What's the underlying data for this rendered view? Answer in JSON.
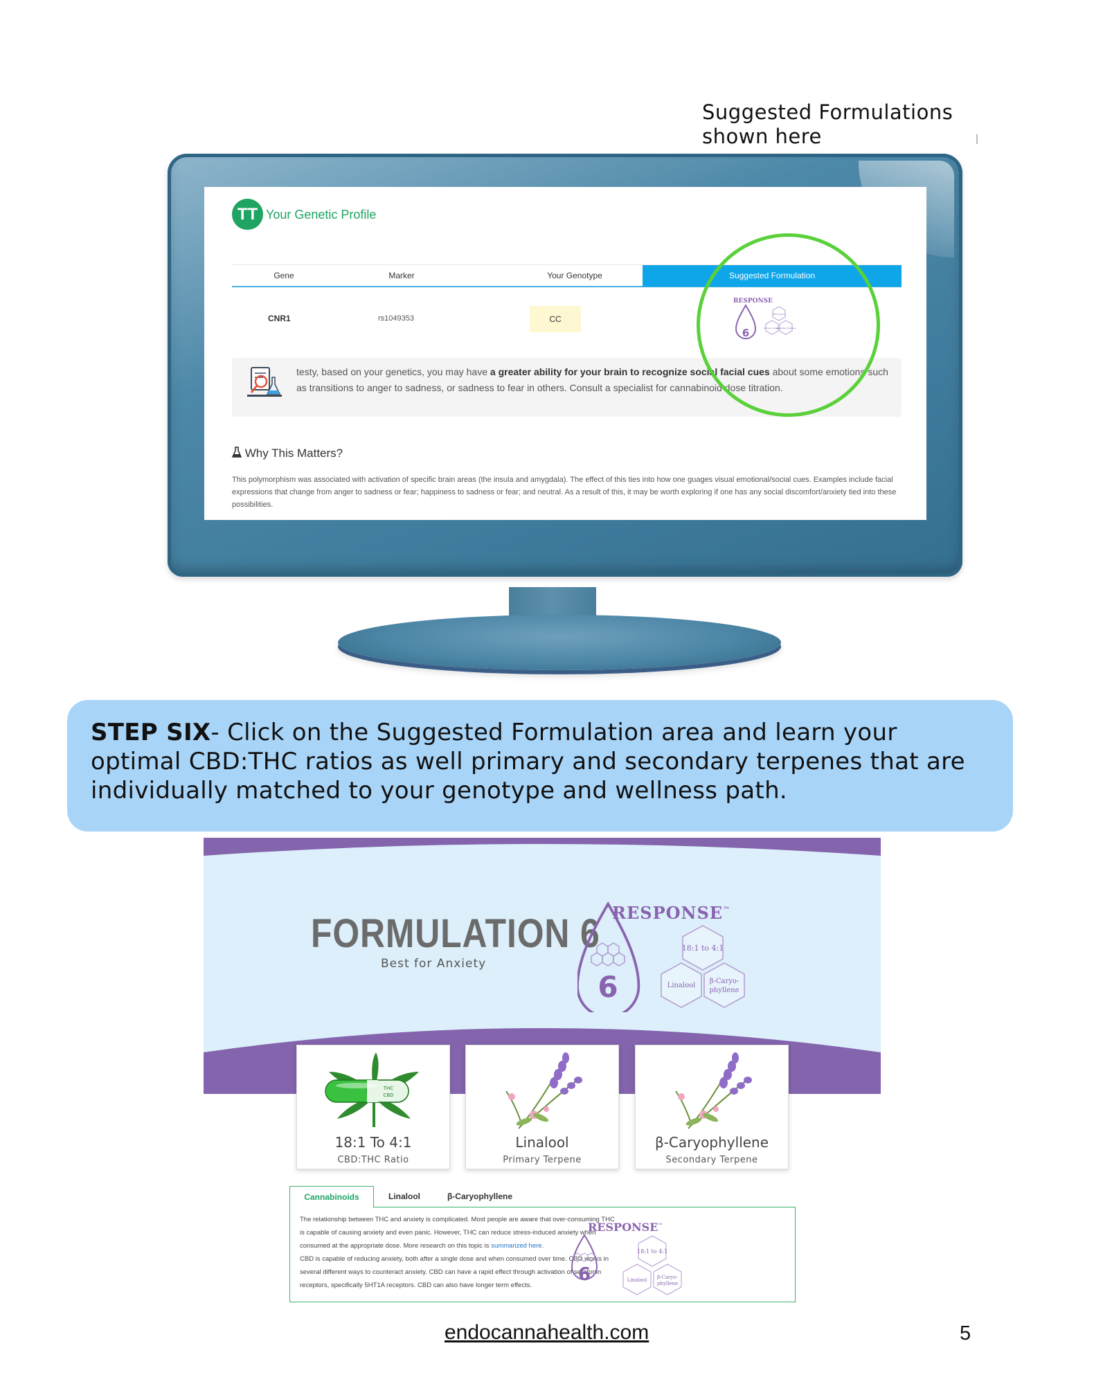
{
  "caption": {
    "line1": "Suggested Formulations",
    "line2": "shown here"
  },
  "profile": {
    "logo_text": "TT",
    "title": "Your Genetic Profile",
    "columns": [
      "Gene",
      "Marker",
      "Your Genotype",
      "Suggested Formulation"
    ],
    "row": {
      "gene": "CNR1",
      "marker": "rs1049353",
      "genotype": "CC"
    },
    "mini_badge": {
      "brand": "RESPONSE",
      "number": "6",
      "ratio": "18:1 to 4:1",
      "primary": "Primary Terpene",
      "secondary": "Secondary Terpene"
    },
    "note": {
      "pre": "testy, based on your genetics, you may have ",
      "bold": "a greater ability for your brain to recognize social facial cues",
      "post": " about some emotions such as transitions to anger to sadness, or sadness to fear in others. Consult a specialist for cannabinoid dose titration."
    },
    "why_title": "Why This Matters?",
    "why_text": "This polymorphism was associated with activation of specific brain areas (the insula and amygdala). The effect of this ties into how one guages visual emotional/social cues. Examples include facial expressions that change from anger to sadness or fear; happiness to sadness or fear; and neutral. As a result of this, it may be worth exploring if one has any social discomfort/anxiety tied into these possibilities."
  },
  "step": {
    "label": "STEP SIX",
    "text": "- Click on the Suggested Formulation area and learn your optimal CBD:THC ratios as well primary and secondary terpenes that are individually matched to your genotype and wellness path."
  },
  "formulation": {
    "title": "FORMULATION 6",
    "subtitle": "Best for Anxiety",
    "badge": {
      "brand": "RESPONSE",
      "tm": "™",
      "number": "6",
      "ratio": "18:1 to 4:1",
      "primary": "Linalool",
      "secondary_l1": "β-Caryo-",
      "secondary_l2": "phyllene"
    },
    "cards": [
      {
        "title": "18:1 To 4:1",
        "subtitle": "CBD:THC Ratio",
        "icon": "cannabis-capsule-icon"
      },
      {
        "title": "Linalool",
        "subtitle": "Primary Terpene",
        "icon": "lavender-icon"
      },
      {
        "title": "β-Caryophyllene",
        "subtitle": "Secondary Terpene",
        "icon": "lavender-icon"
      }
    ],
    "capsule_label_1": "THC",
    "capsule_label_2": "CBD"
  },
  "tabs": {
    "items": [
      "Cannabinoids",
      "Linalool",
      "β-Caryophyllene"
    ],
    "active": "Cannabinoids",
    "p1_pre": "The relationship between THC and anxiety is complicated. Most people are aware that over-consuming THC is capable of causing anxiety and even panic. However, THC can reduce stress-induced anxiety when consumed at the appropriate dose. More research on this topic is ",
    "p1_link": "summarized here",
    "p1_post": ".",
    "p2": "CBD is capable of reducing anxiety, both after a single dose and when consumed over time. CBD works in several different ways to counteract anxiety. CBD can have a rapid effect through activation of serotonin receptors, specifically 5HT1A receptors. CBD can also have longer term effects."
  },
  "footer": {
    "url": "endocannahealth.com",
    "page": "5"
  },
  "colors": {
    "accent_green": "#1fa463",
    "ring_green": "#5ad13a",
    "header_blue": "#0ea5e9",
    "step_blue": "#a8d4f8",
    "purple": "#8a63b0"
  }
}
